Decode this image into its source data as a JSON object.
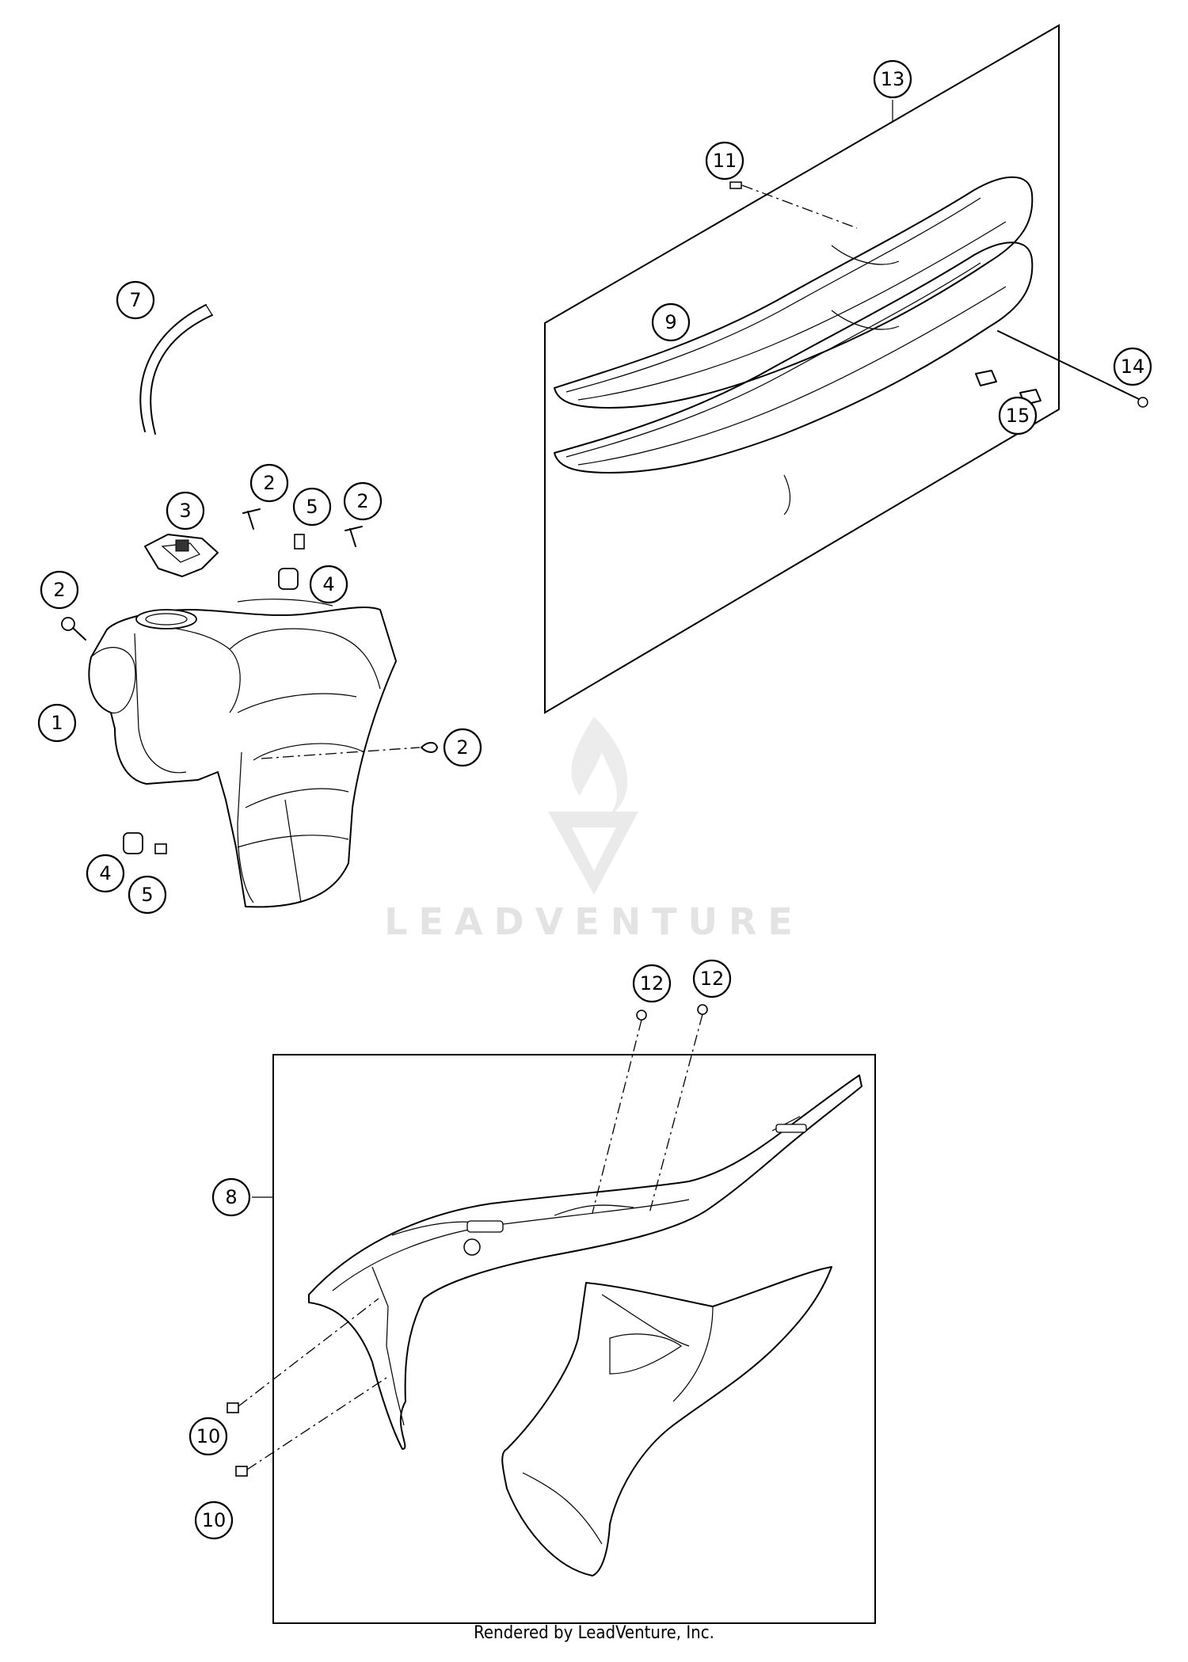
{
  "watermark": {
    "brand": "LEADVENTURE"
  },
  "footer": {
    "text": "Rendered by LeadVenture, Inc."
  },
  "callouts": [
    {
      "id": "c13",
      "label": "13"
    },
    {
      "id": "c11",
      "label": "11"
    },
    {
      "id": "c9",
      "label": "9"
    },
    {
      "id": "c14",
      "label": "14"
    },
    {
      "id": "c15",
      "label": "15"
    },
    {
      "id": "c7",
      "label": "7"
    },
    {
      "id": "c3",
      "label": "3"
    },
    {
      "id": "c2a",
      "label": "2"
    },
    {
      "id": "c5a",
      "label": "5"
    },
    {
      "id": "c2b",
      "label": "2"
    },
    {
      "id": "c4a",
      "label": "4"
    },
    {
      "id": "c2c",
      "label": "2"
    },
    {
      "id": "c1",
      "label": "1"
    },
    {
      "id": "c2d",
      "label": "2"
    },
    {
      "id": "c4b",
      "label": "4"
    },
    {
      "id": "c5b",
      "label": "5"
    },
    {
      "id": "c12a",
      "label": "12"
    },
    {
      "id": "c12b",
      "label": "12"
    },
    {
      "id": "c8",
      "label": "8"
    },
    {
      "id": "c10a",
      "label": "10"
    },
    {
      "id": "c10b",
      "label": "10"
    }
  ]
}
